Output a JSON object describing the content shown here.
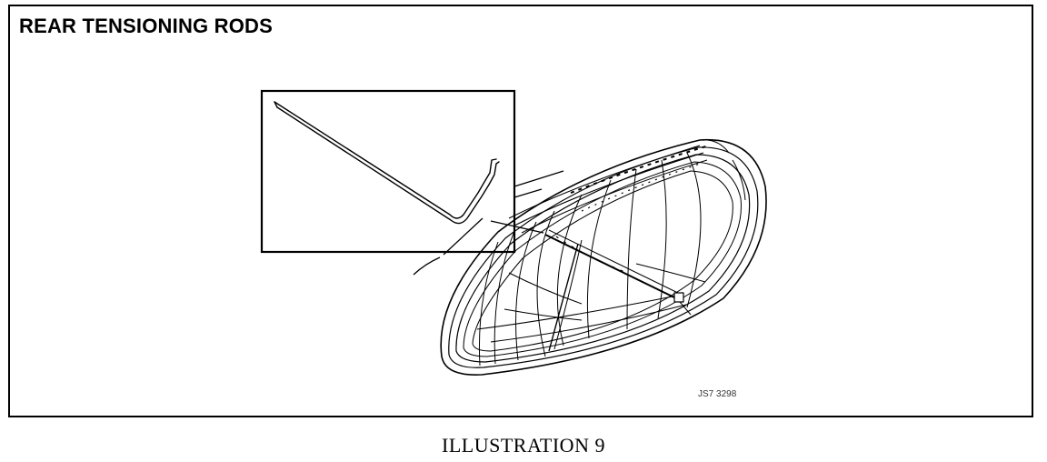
{
  "diagram": {
    "title": "REAR TENSIONING RODS",
    "figure_code": "JS7 3298",
    "caption": "ILLUSTRATION 9"
  }
}
